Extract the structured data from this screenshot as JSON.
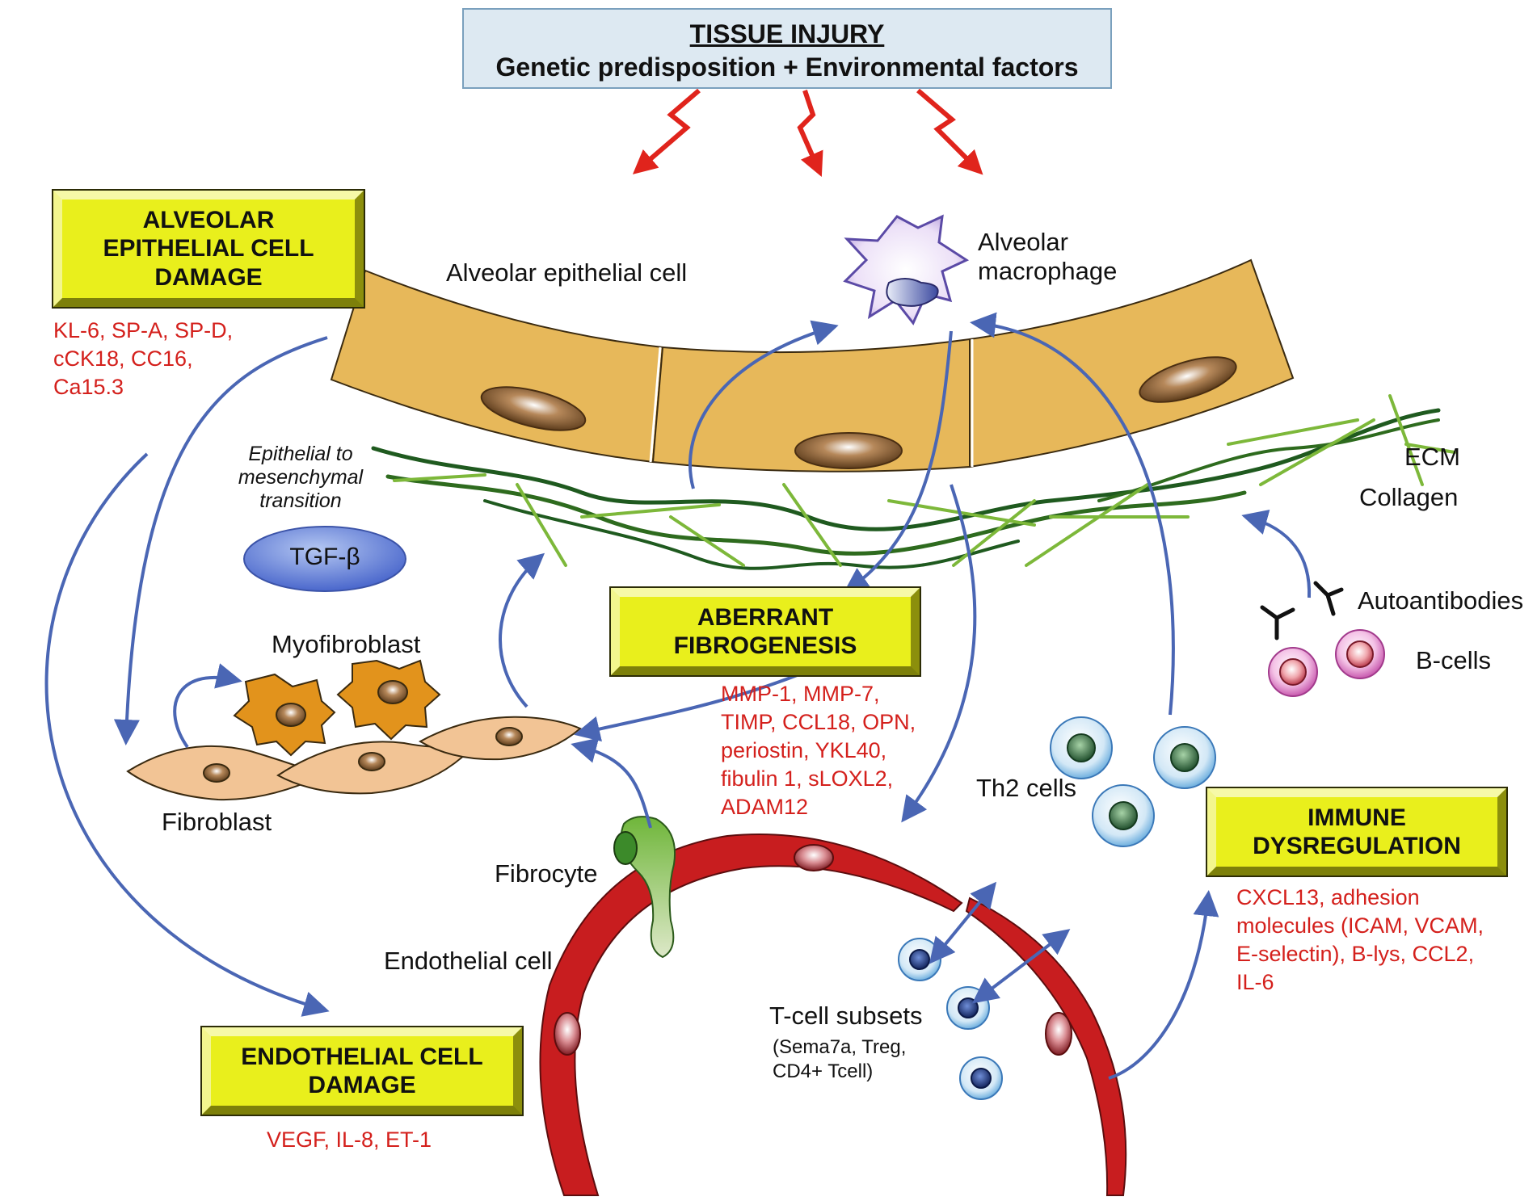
{
  "top_box": {
    "title": "TISSUE INJURY",
    "subtitle": "Genetic predisposition + Environmental factors"
  },
  "boxes": {
    "alveolar": [
      "ALVEOLAR",
      "EPITHELIAL CELL",
      "DAMAGE"
    ],
    "aberrant": [
      "ABERRANT",
      "FIBROGENESIS"
    ],
    "immune": [
      "IMMUNE",
      "DYSREGULATION"
    ],
    "endothelial": [
      "ENDOTHELIAL CELL",
      "DAMAGE"
    ]
  },
  "markers": {
    "alveolar": [
      "KL-6, SP-A, SP-D,",
      "cCK18, CC16,",
      "Ca15.3"
    ],
    "aberrant": [
      "MMP-1, MMP-7,",
      "TIMP, CCL18, OPN,",
      "periostin, YKL40,",
      "fibulin 1, sLOXL2,",
      "ADAM12"
    ],
    "immune": [
      "CXCL13, adhesion",
      "molecules (ICAM, VCAM,",
      "E-selectin), B-lys, CCL2,",
      "IL-6"
    ],
    "endothelial": [
      "VEGF, IL-8, ET-1"
    ]
  },
  "labels": {
    "alveolar_epithelial_cell": "Alveolar epithelial cell",
    "alveolar_macrophage": [
      "Alveolar",
      "macrophage"
    ],
    "emt": [
      "Epithelial to",
      "mesenchymal",
      "transition"
    ],
    "tgf_beta": "TGF-β",
    "myofibroblast": "Myofibroblast",
    "fibroblast": "Fibroblast",
    "ecm": "ECM",
    "collagen": "Collagen",
    "autoantibodies": "Autoantibodies",
    "b_cells": "B-cells",
    "th2_cells": "Th2 cells",
    "fibrocyte": "Fibrocyte",
    "endothelial_cell": "Endothelial cell",
    "t_cell_subsets": "T-cell subsets",
    "t_cell_detail": [
      "(Sema7a, Treg,",
      "CD4+ Tcell)"
    ]
  },
  "colors": {
    "marker_text": "#d4201c",
    "box_fill": "#e9ef1c",
    "arrow": "#4a66b4",
    "injury_arrow": "#e0241c",
    "vessel": "#c81d1f",
    "epithelium": "#e7b85a"
  }
}
